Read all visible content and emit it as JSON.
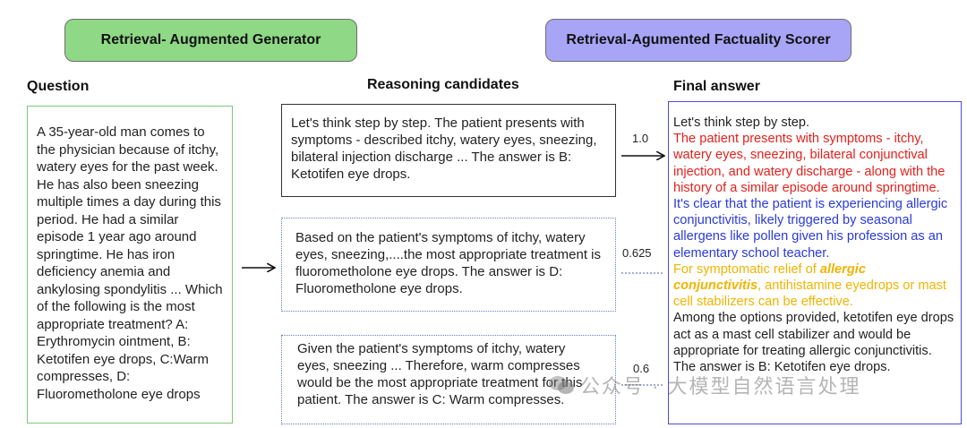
{
  "header": {
    "generator_label": "Retrieval- Augmented Generator",
    "scorer_label": "Retrieval-Agumented Factuality Scorer"
  },
  "columns": {
    "question": "Question",
    "candidates": "Reasoning candidates",
    "final": "Final answer"
  },
  "question_text": "A 35-year-old man comes to the physician because of itchy, watery eyes for the past week. He has also been sneezing multiple times a day during this period. He had a similar episode 1 year ago around springtime. He has iron deficiency anemia and ankylosing spondylitis ... Which of the following is the most appropriate treatment? A: Erythromycin ointment, B: Ketotifen eye drops, C:Warm compresses, D: Fluorometholone eye drops",
  "candidates": [
    {
      "text": "Let's think step by step. The patient presents with symptoms - described itchy, watery eyes, sneezing, bilateral injection discharge ... The answer is B: Ketotifen eye drops.",
      "score": "1.0"
    },
    {
      "text": "Based on the patient's symptoms of itchy, watery eyes, sneezing,....the most appropriate treatment is fluorometholone eye drops. The answer is D: Fluorometholone eye drops.",
      "score": "0.625"
    },
    {
      "text": "Given the patient's symptoms of itchy, watery eyes, sneezing ... Therefore, warm compresses would be the most appropriate treatment for this patient. The answer is C: Warm compresses.",
      "score": "0.6"
    }
  ],
  "final_answer": {
    "intro": "Let's think step by step.",
    "red": "The patient presents with symptoms - itchy, watery eyes, sneezing, bilateral conjunctival injection, and watery discharge - along with the history of a similar episode around springtime.",
    "blue": "It's clear that the patient is experiencing allergic conjunctivitis, likely triggered by seasonal allergens like pollen given his profession as an elementary school teacher.",
    "yellow_pre": "For symptomatic relief of ",
    "yellow_em": "allergic conjunctivitis",
    "yellow_post": ", antihistamine eyedrops or mast cell stabilizers can be effective.",
    "conclusion": "Among the options provided, ketotifen eye drops act as a mast cell stabilizer and would be appropriate for treating allergic conjunctivitis. The answer is B: Ketotifen eye drops."
  },
  "watermark": "公众号 · 大模型自然语言处理",
  "colors": {
    "generator": "#8ed886",
    "scorer": "#a8a5f6",
    "red": "#e4211c",
    "blue": "#2a3ad7",
    "yellow": "#f0b400"
  }
}
